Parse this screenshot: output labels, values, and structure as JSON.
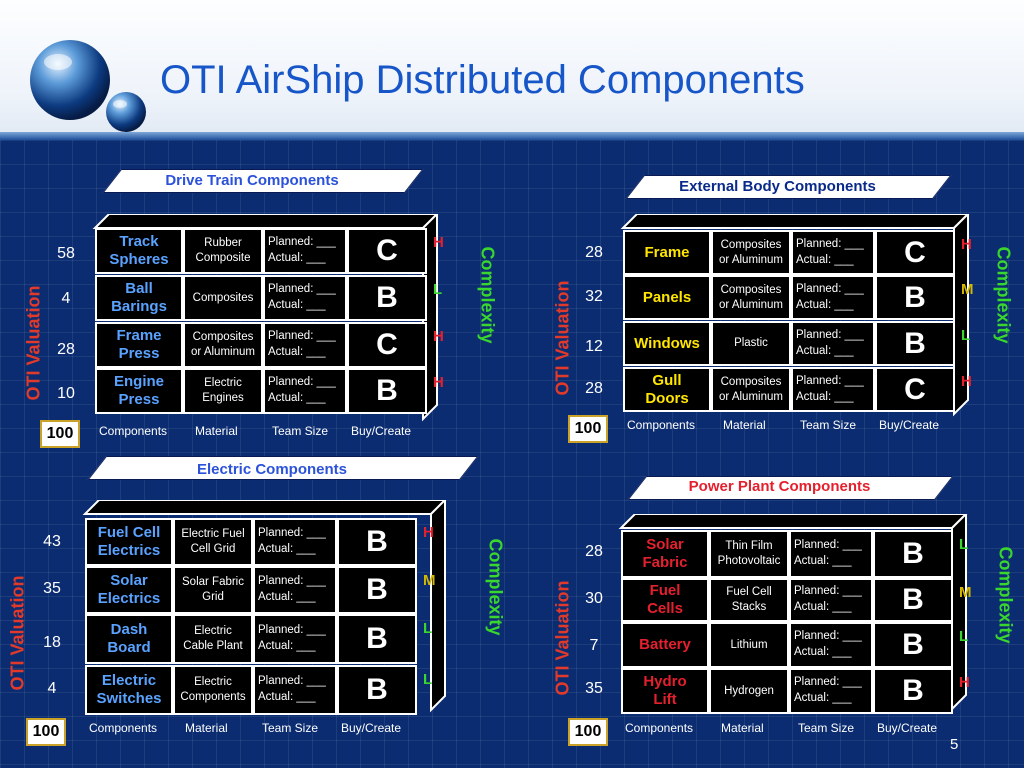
{
  "slide_title": "OTI AirShip Distributed Components",
  "slide_number": "5",
  "colors": {
    "title": "#1756c9",
    "high": "#e5202e",
    "medium": "#d4b800",
    "low": "#39d62e",
    "valuation": "#e23a2a",
    "complexity": "#39d62e"
  },
  "common": {
    "oti_valuation": "OTI Valuation",
    "complexity": "Complexity",
    "col_components": "Components",
    "col_material": "Material",
    "col_team": "Team Size",
    "col_buy": "Buy/Create",
    "total": "100"
  },
  "quadrants": [
    {
      "title": "Drive Train Components",
      "title_color": "#2b52d9",
      "rows": [
        {
          "value": "58",
          "component": "Track\nSpheres",
          "component_color": "#5aa2ff",
          "material": "Rubber\nComposite",
          "planned": "Planned: ___\nActual: ___",
          "code": "C",
          "level": "H",
          "level_color": "#e5202e"
        },
        {
          "value": "4",
          "component": "Ball\nBarings",
          "component_color": "#5aa2ff",
          "material": "Composites",
          "planned": "Planned: ___\nActual: ___",
          "code": "B",
          "level": "L",
          "level_color": "#39d62e"
        },
        {
          "value": "28",
          "component": "Frame\nPress",
          "component_color": "#5aa2ff",
          "material": "Composites\nor Aluminum",
          "planned": "Planned: ___\nActual: ___",
          "code": "C",
          "level": "H",
          "level_color": "#e5202e"
        },
        {
          "value": "10",
          "component": "Engine\nPress",
          "component_color": "#5aa2ff",
          "material": "Electric\nEngines",
          "planned": "Planned: ___\nActual: ___",
          "code": "B",
          "level": "H",
          "level_color": "#e5202e"
        }
      ]
    },
    {
      "title": "External Body Components",
      "title_color": "#0a2a8a",
      "rows": [
        {
          "value": "28",
          "component": "Frame",
          "component_color": "#ffe600",
          "material": "Composites\nor Aluminum",
          "planned": "Planned: ___\nActual: ___",
          "code": "C",
          "level": "H",
          "level_color": "#e5202e"
        },
        {
          "value": "32",
          "component": "Panels",
          "component_color": "#ffe600",
          "material": "Composites\nor Aluminum",
          "planned": "Planned: ___\nActual: ___",
          "code": "B",
          "level": "M",
          "level_color": "#d4b800"
        },
        {
          "value": "12",
          "component": "Windows",
          "component_color": "#ffe600",
          "material": "Plastic",
          "planned": "Planned: ___\nActual: ___",
          "code": "B",
          "level": "L",
          "level_color": "#39d62e"
        },
        {
          "value": "28",
          "component": "Gull\nDoors",
          "component_color": "#ffe600",
          "material": "Composites\nor Aluminum",
          "planned": "Planned: ___\nActual: ___",
          "code": "C",
          "level": "H",
          "level_color": "#e5202e"
        }
      ]
    },
    {
      "title": "Electric Components",
      "title_color": "#2b52d9",
      "rows": [
        {
          "value": "43",
          "component": "Fuel Cell\nElectrics",
          "component_color": "#5aa2ff",
          "material": "Electric Fuel\nCell Grid",
          "planned": "Planned: ___\nActual: ___",
          "code": "B",
          "level": "H",
          "level_color": "#e5202e"
        },
        {
          "value": "35",
          "component": "Solar\nElectrics",
          "component_color": "#5aa2ff",
          "material": "Solar Fabric\nGrid",
          "planned": "Planned: ___\nActual: ___",
          "code": "B",
          "level": "M",
          "level_color": "#d4b800"
        },
        {
          "value": "18",
          "component": "Dash\nBoard",
          "component_color": "#5aa2ff",
          "material": "Electric\nCable Plant",
          "planned": "Planned: ___\nActual: ___",
          "code": "B",
          "level": "L",
          "level_color": "#39d62e"
        },
        {
          "value": "4",
          "component": "Electric\nSwitches",
          "component_color": "#5aa2ff",
          "material": "Electric\nComponents",
          "planned": "Planned: ___\nActual: ___",
          "code": "B",
          "level": "L",
          "level_color": "#39d62e"
        }
      ]
    },
    {
      "title": "Power Plant Components",
      "title_color": "#e5202e",
      "rows": [
        {
          "value": "28",
          "component": "Solar\nFabric",
          "component_color": "#e5202e",
          "material": "Thin Film\nPhotovoltaic",
          "planned": "Planned: ___\nActual: ___",
          "code": "B",
          "level": "L",
          "level_color": "#39d62e"
        },
        {
          "value": "30",
          "component": "Fuel\nCells",
          "component_color": "#e5202e",
          "material": "Fuel Cell\nStacks",
          "planned": "Planned: ___\nActual: ___",
          "code": "B",
          "level": "M",
          "level_color": "#d4b800"
        },
        {
          "value": "7",
          "component": "Battery",
          "component_color": "#e5202e",
          "material": "Lithium",
          "planned": "Planned: ___\nActual: ___",
          "code": "B",
          "level": "L",
          "level_color": "#39d62e"
        },
        {
          "value": "35",
          "component": "Hydro\nLift",
          "component_color": "#e5202e",
          "material": "Hydrogen",
          "planned": "Planned: ___\nActual: ___",
          "code": "B",
          "level": "H",
          "level_color": "#e5202e"
        }
      ]
    }
  ]
}
